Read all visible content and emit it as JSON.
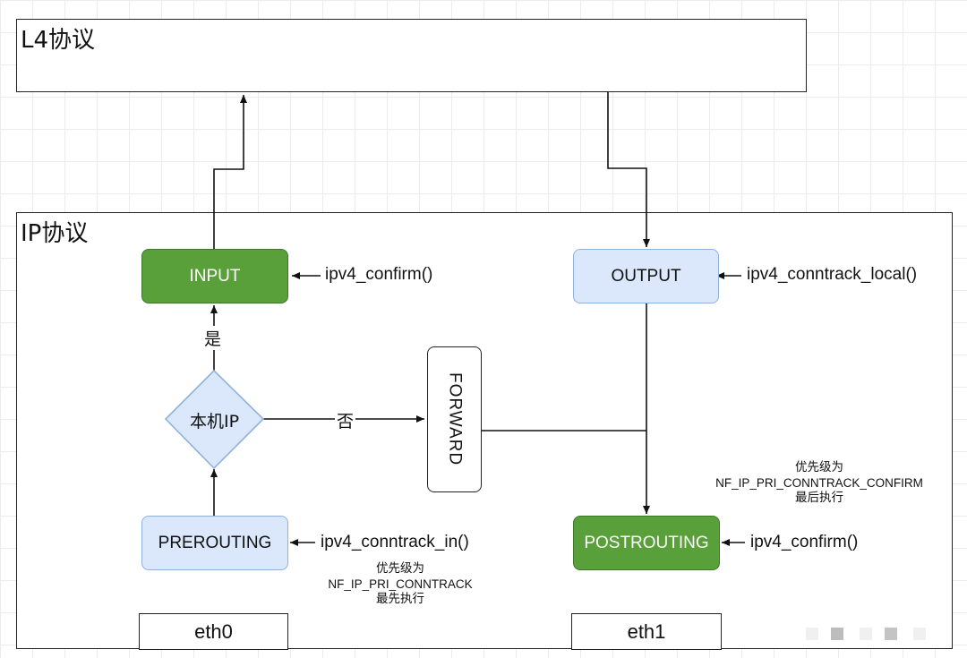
{
  "l4_container": {
    "label": "L4协议"
  },
  "ip_container": {
    "label": "IP协议"
  },
  "nodes": {
    "input": "INPUT",
    "output": "OUTPUT",
    "prerouting": "PREROUTING",
    "postrouting": "POSTROUTING",
    "forward": "FORWARD",
    "decision": "本机IP"
  },
  "edge_labels": {
    "yes": "是",
    "no": "否"
  },
  "hooks": {
    "input": "ipv4_confirm()",
    "output": "ipv4_conntrack_local()",
    "prerouting": "ipv4_conntrack_in()",
    "postrouting": "ipv4_confirm()"
  },
  "notes": {
    "prerouting": {
      "line1": "优先级为",
      "line2": "NF_IP_PRI_CONNTRACK",
      "line3": "最先执行"
    },
    "postrouting": {
      "line1": "优先级为",
      "line2": "NF_IP_PRI_CONNTRACK_CONFIRM",
      "line3": "最后执行"
    }
  },
  "interfaces": {
    "eth0": "eth0",
    "eth1": "eth1"
  },
  "colors": {
    "green": "#5aa03a",
    "blue": "#dbe8fb",
    "blue_border": "#8fb1dd"
  }
}
